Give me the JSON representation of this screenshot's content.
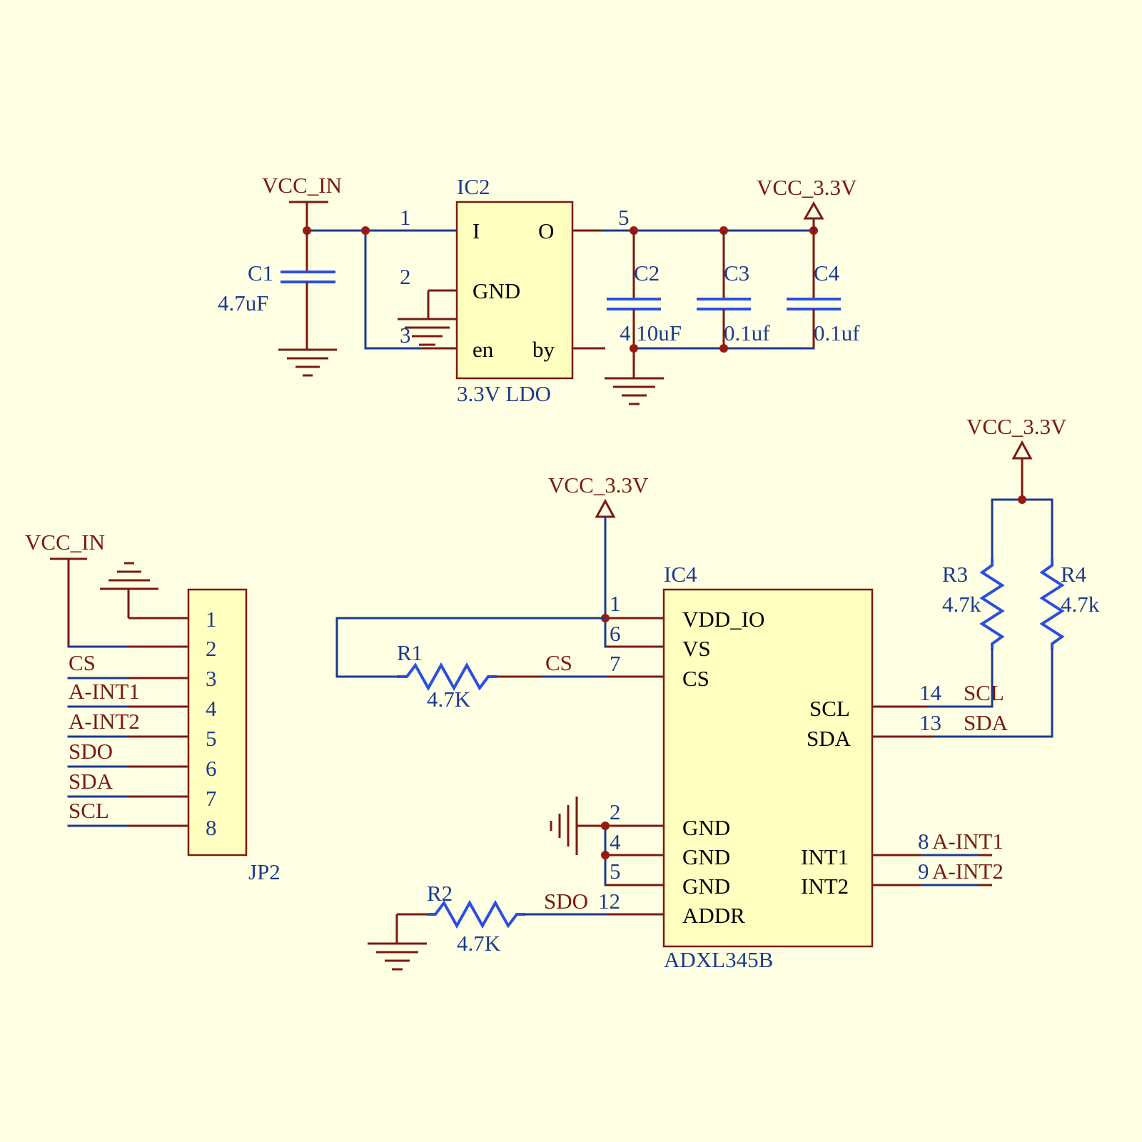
{
  "power": {
    "vcc_in_top": "VCC_IN",
    "vcc33_top": "VCC_3.3V",
    "vcc33_ic4": "VCC_3.3V",
    "vcc33_pullup": "VCC_3.3V",
    "vcc_in_conn": "VCC_IN"
  },
  "ic2": {
    "ref": "IC2",
    "desc": "3.3V LDO",
    "pins": {
      "i": "I",
      "o": "O",
      "gnd": "GND",
      "en": "en",
      "by": "by"
    },
    "pin_numbers": {
      "p1": "1",
      "p2": "2",
      "p3": "3",
      "p5": "5"
    }
  },
  "capacitors": [
    {
      "ref": "C1",
      "value": "4.7uF"
    },
    {
      "ref": "C2",
      "value": "4 10uF"
    },
    {
      "ref": "C3",
      "value": "0.1uf"
    },
    {
      "ref": "C4",
      "value": "0.1uf"
    }
  ],
  "ic4": {
    "ref": "IC4",
    "desc": "ADXL345B",
    "pins": [
      {
        "num": "1",
        "name": "VDD_IO"
      },
      {
        "num": "6",
        "name": "VS"
      },
      {
        "num": "7",
        "name": "CS"
      },
      {
        "num": "14",
        "name": "SCL"
      },
      {
        "num": "13",
        "name": "SDA"
      },
      {
        "num": "2",
        "name": "GND"
      },
      {
        "num": "4",
        "name": "GND"
      },
      {
        "num": "5",
        "name": "GND"
      },
      {
        "num": "12",
        "name": "ADDR"
      },
      {
        "num": "8",
        "name": "INT1"
      },
      {
        "num": "9",
        "name": "INT2"
      }
    ]
  },
  "resistors": [
    {
      "ref": "R1",
      "value": "4.7K"
    },
    {
      "ref": "R2",
      "value": "4.7K"
    },
    {
      "ref": "R3",
      "value": "4.7k"
    },
    {
      "ref": "R4",
      "value": "4.7k"
    }
  ],
  "net_labels": {
    "cs": "CS",
    "sdo": "SDO",
    "scl": "SCL",
    "sda": "SDA",
    "a_int1": "A-INT1",
    "a_int2": "A-INT2"
  },
  "jp2": {
    "ref": "JP2",
    "pins": [
      "1",
      "2",
      "3",
      "4",
      "5",
      "6",
      "7",
      "8"
    ],
    "nets": [
      "CS",
      "A-INT1",
      "A-INT2",
      "SDO",
      "SDA",
      "SCL"
    ]
  }
}
